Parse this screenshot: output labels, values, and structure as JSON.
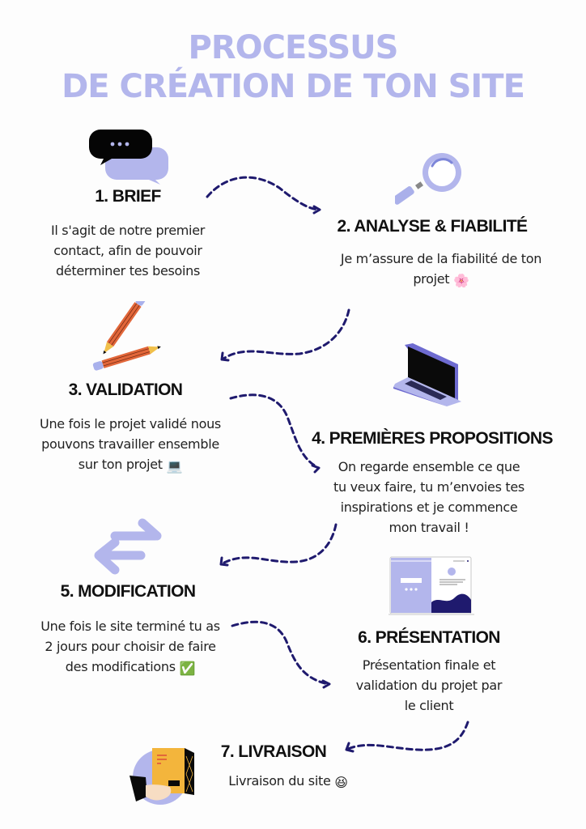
{
  "title": {
    "line1": "PROCESSUS",
    "line2": "DE CRÉATION DE TON SITE"
  },
  "colors": {
    "accent": "#b3b6ec",
    "arrow": "#1f1a6e",
    "text": "#111111",
    "background": "#fdfdfd"
  },
  "steps": [
    {
      "heading": "1. BRIEF",
      "icon": "speech-bubbles-icon",
      "lines": [
        "Il s'agit de notre premier",
        "contact, afin de pouvoir",
        "déterminer tes besoins"
      ]
    },
    {
      "heading": "2. ANALYSE & FIABILITÉ",
      "icon": "magnifying-glass-icon",
      "lines": [
        "Je m’assure de la fiabilité de ton",
        "projet"
      ],
      "emoji": "🌸"
    },
    {
      "heading": "3. VALIDATION",
      "icon": "pencils-icon",
      "lines": [
        "Une fois le projet validé nous",
        "pouvons travailler ensemble",
        "sur ton projet"
      ],
      "emoji": "💻"
    },
    {
      "heading": "4. PREMIÈRES PROPOSITIONS",
      "icon": "laptop-icon",
      "lines": [
        "On regarde ensemble ce que",
        "tu veux faire, tu m’envoies tes",
        "inspirations et je commence",
        "mon travail !"
      ]
    },
    {
      "heading": "5. MODIFICATION",
      "icon": "swap-arrows-icon",
      "lines": [
        "Une fois le site terminé tu as",
        "2 jours pour choisir de faire",
        "des modifications"
      ],
      "emoji": "✅"
    },
    {
      "heading": "6. PRÉSENTATION",
      "icon": "website-mockup-icon",
      "lines": [
        "Présentation finale et",
        "validation du  projet par",
        "le client"
      ]
    },
    {
      "heading": "7. LIVRAISON",
      "icon": "package-delivery-icon",
      "lines": [
        "Livraison du site"
      ],
      "emoji": "😆"
    }
  ]
}
